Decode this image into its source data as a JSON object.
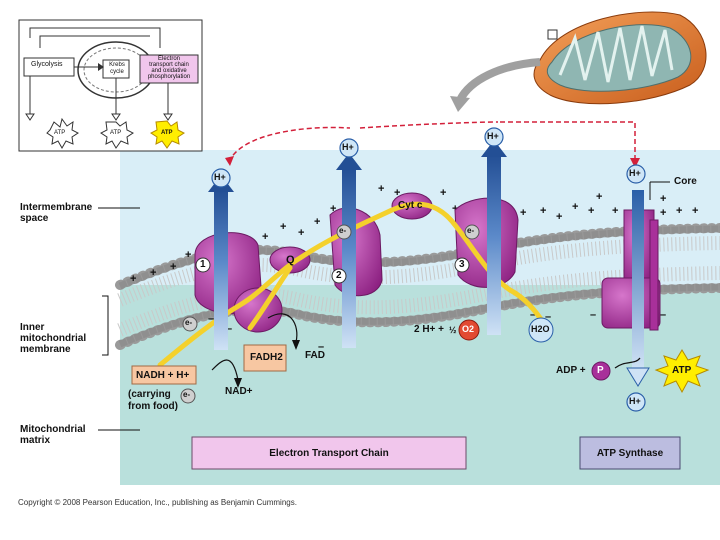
{
  "inset": {
    "glycolysis": "Glycolysis",
    "krebs": "Krebs cycle",
    "etc_box": [
      "Electron",
      "transport chain",
      "and oxidative",
      "phosphorylation"
    ],
    "atp": [
      "ATP",
      "ATP",
      "ATP"
    ]
  },
  "regions": {
    "intermembrane": [
      "Intermembrane",
      "space"
    ],
    "inner_membrane": [
      "Inner",
      "mitochondrial",
      "membrane"
    ],
    "matrix": [
      "Mitochondrial",
      "matrix"
    ]
  },
  "molecules": {
    "h_plus": "H+",
    "nadh": "NADH + H+",
    "carrying": [
      "(carrying",
      "from food)"
    ],
    "nad": "NAD+",
    "fadh2": "FADH2",
    "fad": "FAD",
    "e_minus": "e-",
    "q": "Q",
    "cyt_c": "Cyt c",
    "two_h": "2 H+ + ",
    "half": "½",
    "o2": "O2",
    "h2o": "H2O",
    "adp": "ADP +",
    "p": "P",
    "atp": "ATP",
    "core": "Core"
  },
  "complexes": [
    "1",
    "2",
    "3"
  ],
  "boxes": {
    "etc": "Electron Transport Chain",
    "atp_synthase": "ATP Synthase"
  },
  "colors": {
    "intermembrane": "#d9eef7",
    "matrix": "#b9e0dc",
    "protein": "#a8309a",
    "protein_light": "#c45ab8",
    "etc_box": "#f1c6ec",
    "atp_synthase_box": "#bcbde0",
    "nadh_box": "#f7c7a2",
    "arrow_blue": "#2a5fa8",
    "electron_path": "#f4d12c",
    "dashed_red": "#d3203a",
    "atp_star": "#ffee00"
  },
  "copyright": "Copyright © 2008 Pearson Education, Inc., publishing as Benjamin Cummings."
}
